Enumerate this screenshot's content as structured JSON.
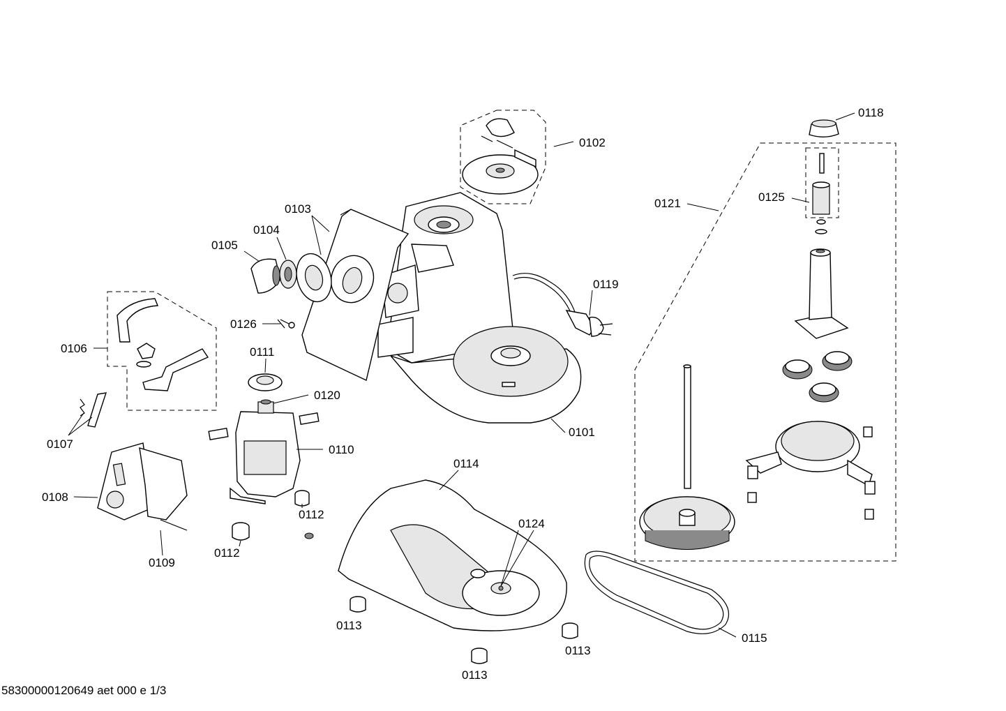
{
  "diagram": {
    "footer": "58300000120649 aet 000 e 1/3",
    "labels": {
      "p0101": "0101",
      "p0102": "0102",
      "p0103": "0103",
      "p0104": "0104",
      "p0105": "0105",
      "p0106": "0106",
      "p0107": "0107",
      "p0108": "0108",
      "p0109": "0109",
      "p0110": "0110",
      "p0111": "0111",
      "p0112a": "0112",
      "p0112b": "0112",
      "p0113a": "0113",
      "p0113b": "0113",
      "p0113c": "0113",
      "p0114": "0114",
      "p0115": "0115",
      "p0118": "0118",
      "p0119": "0119",
      "p0120": "0120",
      "p0121": "0121",
      "p0124": "0124",
      "p0125": "0125",
      "p0126": "0126"
    }
  }
}
